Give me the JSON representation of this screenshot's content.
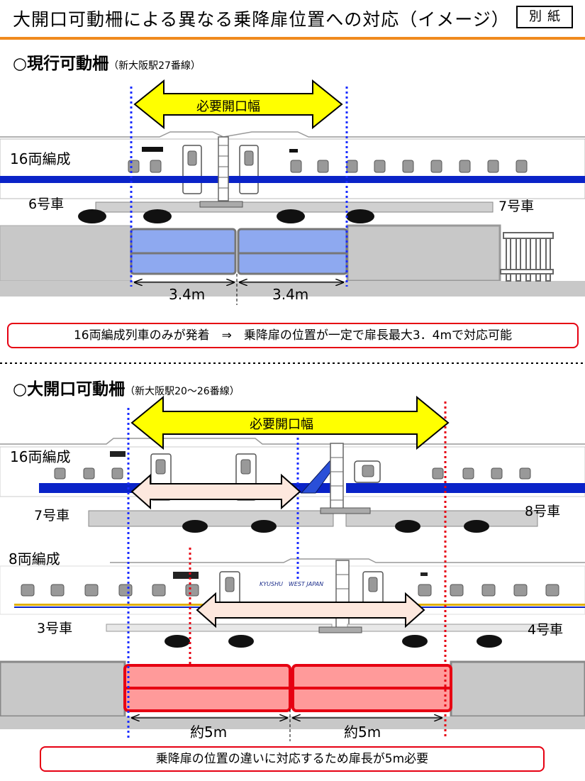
{
  "header": {
    "title": "大開口可動柵による異なる乗降扉位置への対応（イメージ）",
    "annex": "別紙"
  },
  "section1": {
    "title": "○現行可動柵",
    "subtitle": "（新大阪駅27番線）",
    "opening_label": "必要開口幅",
    "formation_label": "16両編成",
    "car_left": "6号車",
    "car_right": "7号車",
    "width_left": "3.4m",
    "width_right": "3.4m",
    "note": "16両編成列車のみが発着　⇒　乗降扉の位置が一定で扉長最大3．4mで対応可能"
  },
  "section2": {
    "title": "○大開口可動柵",
    "subtitle": "（新大阪駅20～26番線）",
    "opening_label": "必要開口幅",
    "formation16_label": "16両編成",
    "car16_left": "7号車",
    "car16_right": "8号車",
    "formation8_label": "8両編成",
    "car8_left": "3号車",
    "car8_right": "4号車",
    "logo_text": "KYUSHU　WEST JAPAN",
    "width_left": "約5m",
    "width_right": "約5m",
    "note": "乗降扉の位置の違いに対応するため扉長が5m必要"
  },
  "colors": {
    "title_rule": "#f08a1e",
    "arrow_fill": "#ffff00",
    "gate_current": "#8ea9f0",
    "gate_large": "#ff9a9a",
    "gate_large_border": "#e60012",
    "train_stripe": "#0a23c8",
    "dotted_blue": "#1a2cff",
    "dotted_red": "#e60012",
    "platform": "#c8c8c8"
  }
}
